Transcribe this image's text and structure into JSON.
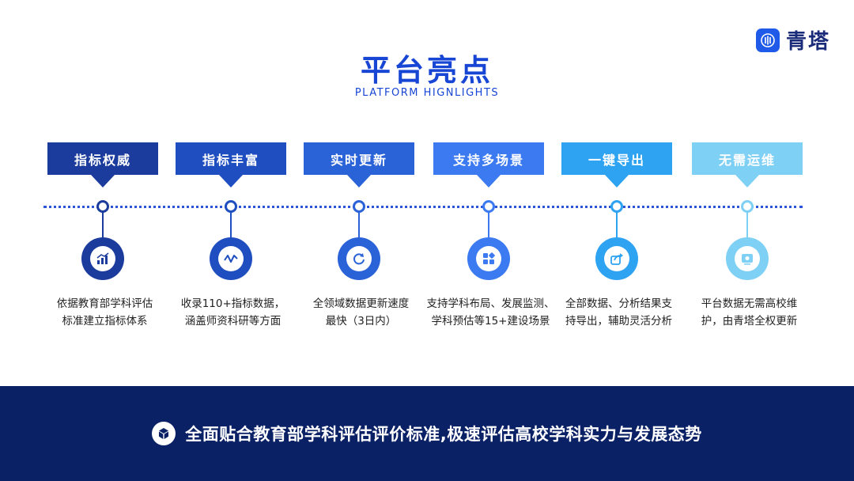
{
  "brand": {
    "name": "青塔",
    "logo_icon": "tower-logo-icon",
    "color": "#1f5be8"
  },
  "header": {
    "title": "平台亮点",
    "subtitle": "PLATFORM HIGNLIGHTS"
  },
  "features": [
    {
      "label": "指标权威",
      "desc_line1": "依据教育部学科评估",
      "desc_line2": "标准建立指标体系",
      "icon": "chart-up-icon",
      "color": "#1b3c9c"
    },
    {
      "label": "指标丰富",
      "desc_line1": "收录110+指标数据，",
      "desc_line2": "涵盖师资科研等方面",
      "icon": "wave-icon",
      "color": "#1f4ec0"
    },
    {
      "label": "实时更新",
      "desc_line1": "全领域数据更新速度",
      "desc_line2": "最快（3日内）",
      "icon": "refresh-icon",
      "color": "#2a62d8"
    },
    {
      "label": "支持多场景",
      "desc_line1": "支持学科布局、发展监测、",
      "desc_line2": "学科预估等15+建设场景",
      "icon": "apps-grid-icon",
      "color": "#3b7af0"
    },
    {
      "label": "一键导出",
      "desc_line1": "全部数据、分析结果支",
      "desc_line2": "持导出，辅助灵活分析",
      "icon": "share-export-icon",
      "color": "#2ea3f2"
    },
    {
      "label": "无需运维",
      "desc_line1": "平台数据无需高校维",
      "desc_line2": "护，由青塔全权更新",
      "icon": "settings-monitor-icon",
      "color": "#7fd0f5"
    }
  ],
  "footer": {
    "text": "全面贴合教育部学科评估评价标准,极速评估高校学科实力与发展态势",
    "icon": "cube-icon",
    "background": "#0a2166"
  }
}
